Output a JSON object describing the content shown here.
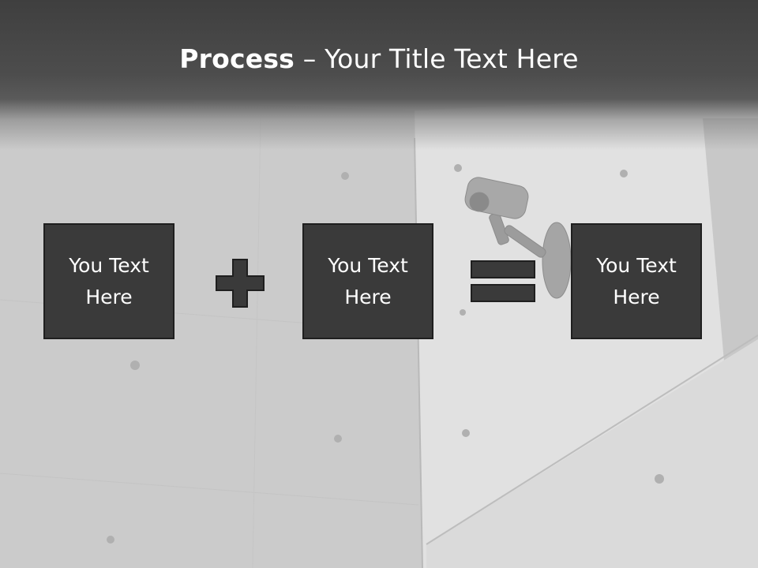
{
  "title": {
    "bold": "Process",
    "rest": " – Your Title Text Here"
  },
  "boxes": [
    {
      "text": "You Text Here"
    },
    {
      "text": "You Text Here"
    },
    {
      "text": "You Text Here"
    }
  ],
  "operators": [
    "plus",
    "equals"
  ],
  "colors": {
    "box_fill": "#3a3a3a",
    "box_border": "#1f1f1f",
    "title_band": "#404040",
    "text": "#ffffff"
  }
}
